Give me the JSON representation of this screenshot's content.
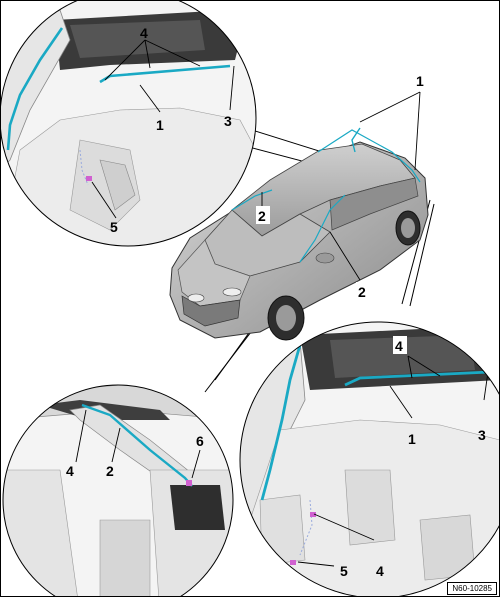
{
  "figure_ref": "N60-10285",
  "callouts": {
    "top_left": {
      "c1": "1",
      "c3": "3",
      "c4": "4",
      "c5": "5"
    },
    "car": {
      "c1": "1",
      "c2a": "2",
      "c2b": "2"
    },
    "bottom_left": {
      "c2": "2",
      "c4": "4",
      "c6": "6"
    },
    "bottom_right": {
      "c1": "1",
      "c3": "3",
      "c4a": "4",
      "c4b": "4",
      "c5": "5"
    }
  },
  "colors": {
    "wire": "#1aa9c4",
    "connector": "#d060d0",
    "line": "#000000",
    "panel": "#3a3a3a"
  }
}
